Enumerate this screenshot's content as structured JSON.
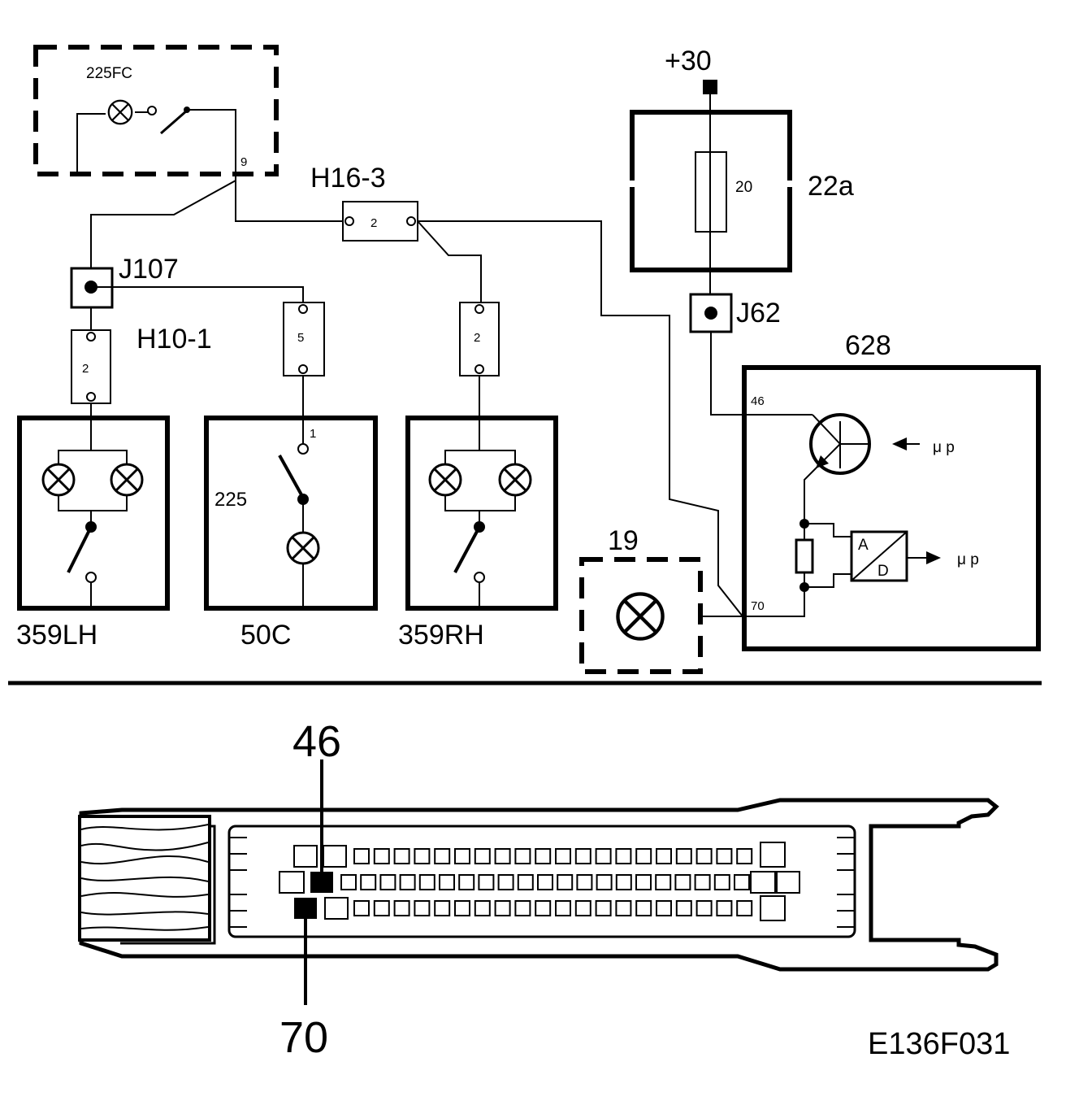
{
  "labels": {
    "switch_225fc": "225FC",
    "pin_9": "9",
    "conn_h16_3": "H16-3",
    "conn_h16_3_pin": "2",
    "plus30": "+30",
    "fuse_value": "20",
    "fusebox_22a": "22a",
    "splice_j107": "J107",
    "splice_j62": "J62",
    "conn_h10_1": "H10-1",
    "conn_left_pin": "2",
    "conn_mid_pin": "5",
    "conn_right_pin": "2",
    "ecu_628": "628",
    "ecu_pin_46": "46",
    "ecu_pin_70": "70",
    "mu_p_1": "μ p",
    "mu_p_2": "μ p",
    "adc_a": "A",
    "adc_d": "D",
    "pin_1": "1",
    "switch_225": "225",
    "lamp_359lh": "359LH",
    "switch_50c": "50C",
    "lamp_359rh": "359RH",
    "lamp_19": "19",
    "connector_pin_46": "46",
    "connector_pin_70": "70",
    "figure_code": "E136F031"
  }
}
